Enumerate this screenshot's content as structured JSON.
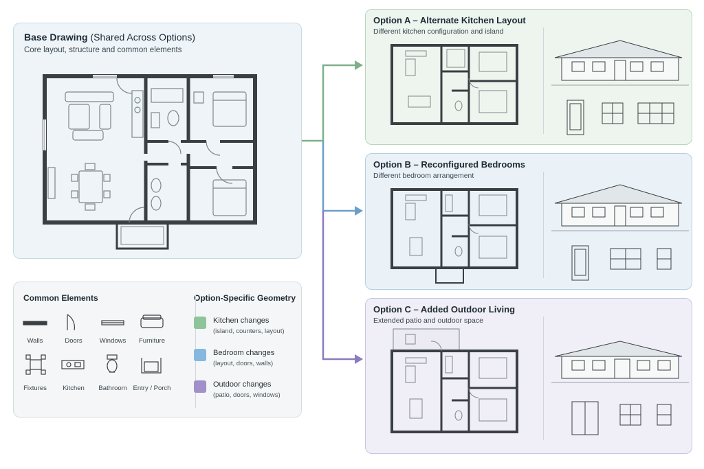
{
  "base": {
    "title_main": "Base Drawing",
    "title_paren": "(Shared Across Options)",
    "subtitle": "Core layout, structure and common elements"
  },
  "legend": {
    "common_heading": "Common Elements",
    "common_items": [
      "Walls",
      "Doors",
      "Windows",
      "Furniture",
      "Fixtures",
      "Kitchen",
      "Bathroom",
      "Entry / Porch"
    ],
    "specific_heading": "Option-Specific Geometry",
    "specific_items": [
      {
        "label": "Kitchen changes",
        "detail": "(island, counters, layout)",
        "color": "#8fc49a"
      },
      {
        "label": "Bedroom changes",
        "detail": "(layout, doors, walls)",
        "color": "#86b7dd"
      },
      {
        "label": "Outdoor changes",
        "detail": "(patio, doors, windows)",
        "color": "#a190c9"
      }
    ]
  },
  "options": [
    {
      "title": "Option A – Alternate Kitchen Layout",
      "subtitle": "Different kitchen configuration and island",
      "color": "#7fb08a"
    },
    {
      "title": "Option B – Reconfigured Bedrooms",
      "subtitle": "Different bedroom arrangement",
      "color": "#6d9ec9"
    },
    {
      "title": "Option C – Added Outdoor Living",
      "subtitle": "Extended patio and outdoor space",
      "color": "#8b7bbf"
    }
  ],
  "colors": {
    "wall": "#3a3f44",
    "line": "#7d868c"
  }
}
